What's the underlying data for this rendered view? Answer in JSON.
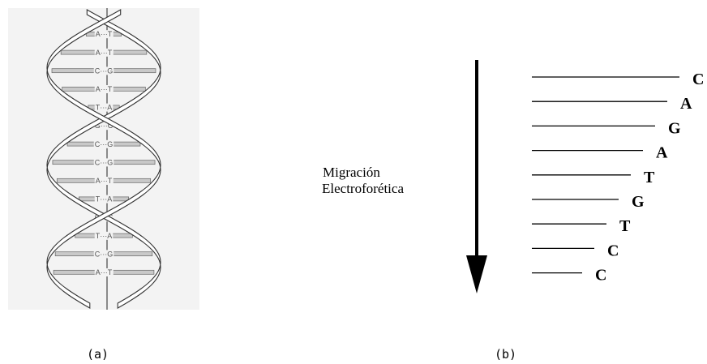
{
  "figure_a": {
    "caption": "(a)",
    "base_pairs": [
      {
        "left": "A",
        "right": "T"
      },
      {
        "left": "A",
        "right": "T"
      },
      {
        "left": "C",
        "right": "G"
      },
      {
        "left": "A",
        "right": "T"
      },
      {
        "left": "T",
        "right": "A"
      },
      {
        "left": "G",
        "right": "C"
      },
      {
        "left": "C",
        "right": "G"
      },
      {
        "left": "C",
        "right": "G"
      },
      {
        "left": "A",
        "right": "T"
      },
      {
        "left": "T",
        "right": "A"
      },
      {
        "left": "G",
        "right": "C"
      },
      {
        "left": "T",
        "right": "A"
      },
      {
        "left": "C",
        "right": "G"
      },
      {
        "left": "A",
        "right": "T"
      }
    ]
  },
  "figure_b": {
    "caption": "(b)",
    "migration_label_line1": "Migración",
    "migration_label_line2": "Electroforética",
    "bands": [
      "C",
      "A",
      "G",
      "A",
      "T",
      "G",
      "T",
      "C",
      "C"
    ]
  }
}
